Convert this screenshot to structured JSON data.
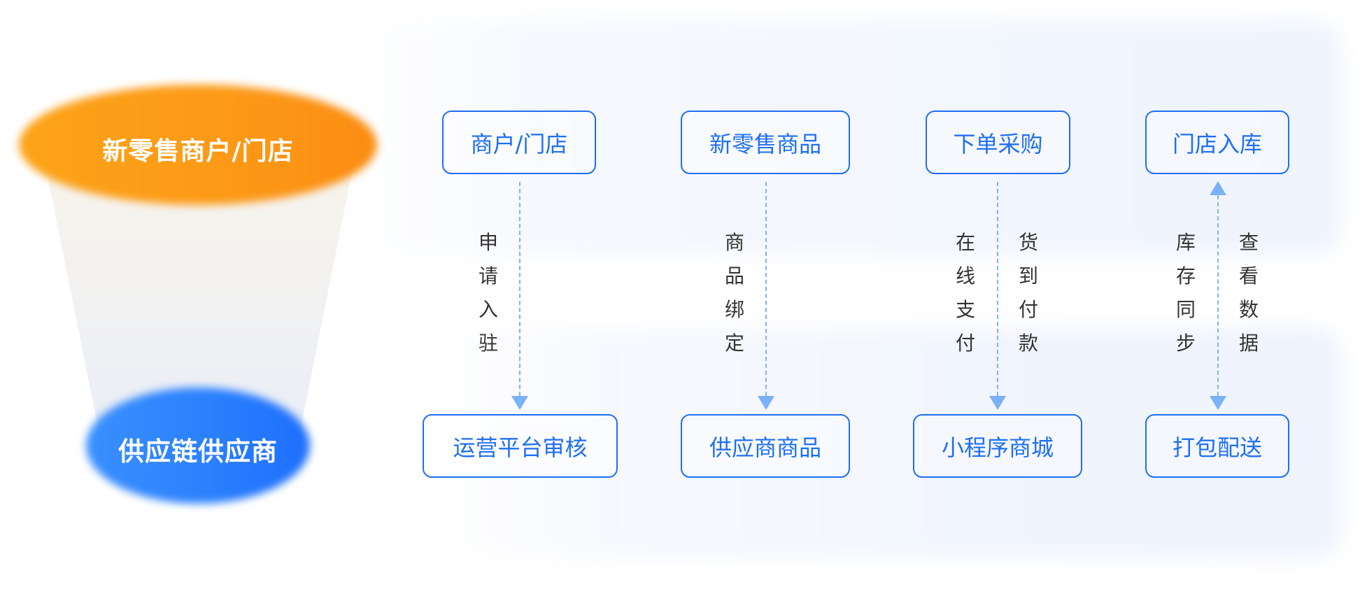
{
  "funnel": {
    "top": {
      "label": "新零售商户/门店",
      "color": "#fd9a17"
    },
    "bottom": {
      "label": "供应链供应商",
      "color": "#2c82fd"
    }
  },
  "flows": [
    {
      "source": "商户/门店",
      "target": "运营平台审核",
      "direction": "down",
      "labels_left": [
        "申",
        "请",
        "入",
        "驻"
      ],
      "labels_right": []
    },
    {
      "source": "新零售商品",
      "target": "供应商商品",
      "direction": "down",
      "labels_left": [
        "商",
        "品",
        "绑",
        "定"
      ],
      "labels_right": []
    },
    {
      "source": "下单采购",
      "target": "小程序商城",
      "direction": "down",
      "labels_left": [
        "在",
        "线",
        "支",
        "付"
      ],
      "labels_right": [
        "货",
        "到",
        "付",
        "款"
      ]
    },
    {
      "source": "门店入库",
      "target": "打包配送",
      "direction": "both",
      "labels_left": [
        "库",
        "存",
        "同",
        "步"
      ],
      "labels_right": [
        "查",
        "看",
        "数",
        "据"
      ]
    }
  ],
  "colors": {
    "node_border": "#1f6ff2",
    "node_text": "#1f6ff2",
    "connector": "#7fb2f7",
    "label_text": "#333333"
  }
}
